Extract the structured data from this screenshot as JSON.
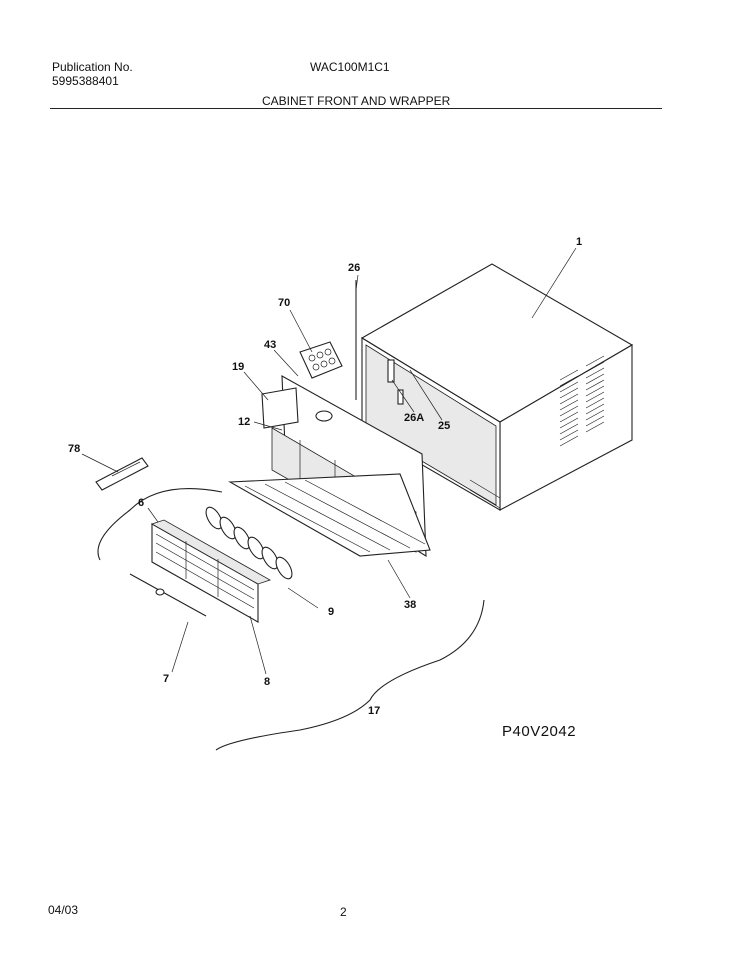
{
  "header": {
    "publication_label": "Publication No.",
    "publication_number": "5995388401",
    "model": "WAC100M1C1",
    "section_title": "CABINET FRONT AND WRAPPER"
  },
  "diagram": {
    "code": "P40V2042",
    "callouts": {
      "c1": "1",
      "c26": "26",
      "c70": "70",
      "c43": "43",
      "c19": "19",
      "c12": "12",
      "c26a": "26A",
      "c25": "25",
      "c78": "78",
      "c6": "6",
      "c9": "9",
      "c38": "38",
      "c7": "7",
      "c8": "8",
      "c17": "17"
    }
  },
  "footer": {
    "date": "04/03",
    "page": "2"
  }
}
